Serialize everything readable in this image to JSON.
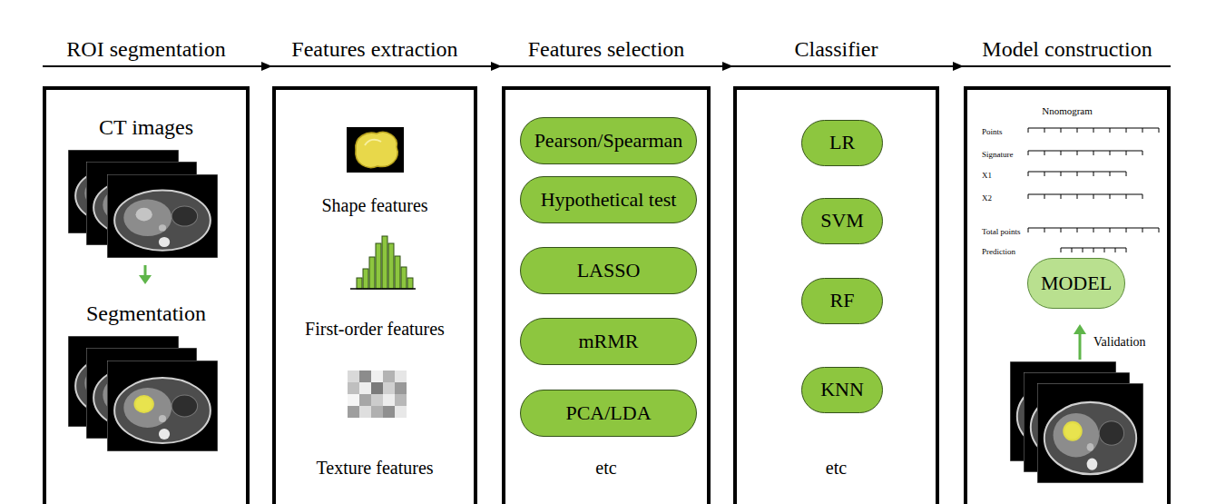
{
  "diagram": {
    "nodes": [
      {
        "text": [
          "ROI segmentation",
          "CT images",
          "Segmentation"
        ]
      },
      {
        "text": [
          "Features extraction",
          "Shape features",
          "First-order features",
          "Texture features"
        ]
      },
      {
        "text": [
          "Features selection",
          "etc"
        ]
      },
      {
        "text": [
          "Pearson/Spearman"
        ],
        "in": 2
      },
      {
        "text": [
          "Hypothetical test"
        ],
        "in": 2
      },
      {
        "text": [
          "LASSO"
        ],
        "in": 2
      },
      {
        "text": [
          "mRMR"
        ],
        "in": 2
      },
      {
        "text": [
          "PCA/LDA"
        ],
        "in": 2
      },
      {
        "text": [
          "Classifier",
          "etc"
        ]
      },
      {
        "text": [
          "LR"
        ],
        "in": 8
      },
      {
        "text": [
          "SVM"
        ],
        "in": 8
      },
      {
        "text": [
          "RF"
        ],
        "in": 8
      },
      {
        "text": [
          "KNN"
        ],
        "in": 8
      },
      {
        "text": [
          "Model construction",
          "Nnomogram",
          "Points",
          "Signature",
          "X1",
          "X2",
          "Total points",
          "Prediction",
          "Validation"
        ]
      },
      {
        "text": [
          "MODEL"
        ],
        "in": 13
      }
    ],
    "edges": [
      {
        "from": 0,
        "to": 1,
        "arrow": "to"
      },
      {
        "from": 1,
        "to": 2,
        "arrow": "to"
      },
      {
        "from": 2,
        "to": 8,
        "arrow": "to"
      },
      {
        "from": 8,
        "to": 13,
        "arrow": "to"
      }
    ]
  }
}
